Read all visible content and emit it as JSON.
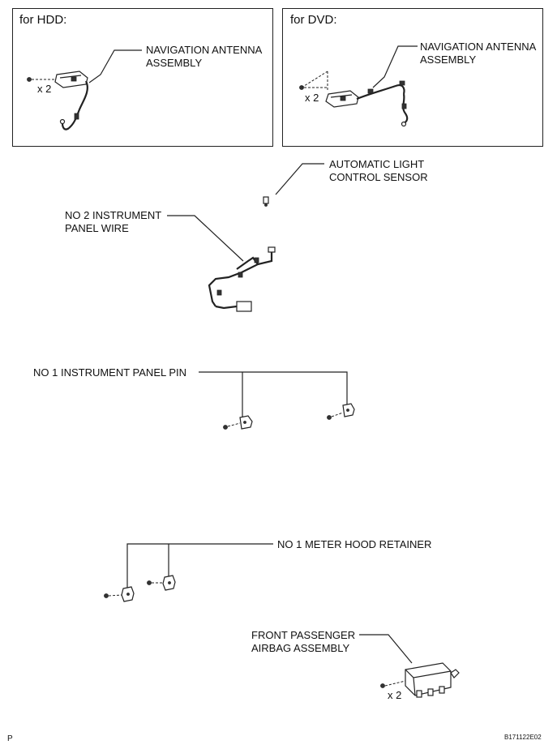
{
  "panels": {
    "hdd": {
      "title": "for HDD:",
      "label_line1": "NAVIGATION ANTENNA",
      "label_line2": "ASSEMBLY",
      "quantity": "x 2"
    },
    "dvd": {
      "title": "for DVD:",
      "label_line1": "NAVIGATION ANTENNA",
      "label_line2": "ASSEMBLY",
      "quantity": "x 2"
    }
  },
  "parts": {
    "light_sensor": {
      "line1": "AUTOMATIC LIGHT",
      "line2": "CONTROL SENSOR"
    },
    "panel_wire": {
      "line1": "NO  2 INSTRUMENT",
      "line2": "PANEL WIRE"
    },
    "panel_pin": {
      "line1": "NO  1 INSTRUMENT PANEL PIN"
    },
    "hood_retainer": {
      "line1": "NO  1 METER HOOD RETAINER"
    },
    "airbag": {
      "line1": "FRONT PASSENGER",
      "line2": "AIRBAG ASSEMBLY",
      "quantity": "x 2"
    }
  },
  "footer": {
    "page_letter": "P",
    "figure_code": "B171122E02"
  }
}
